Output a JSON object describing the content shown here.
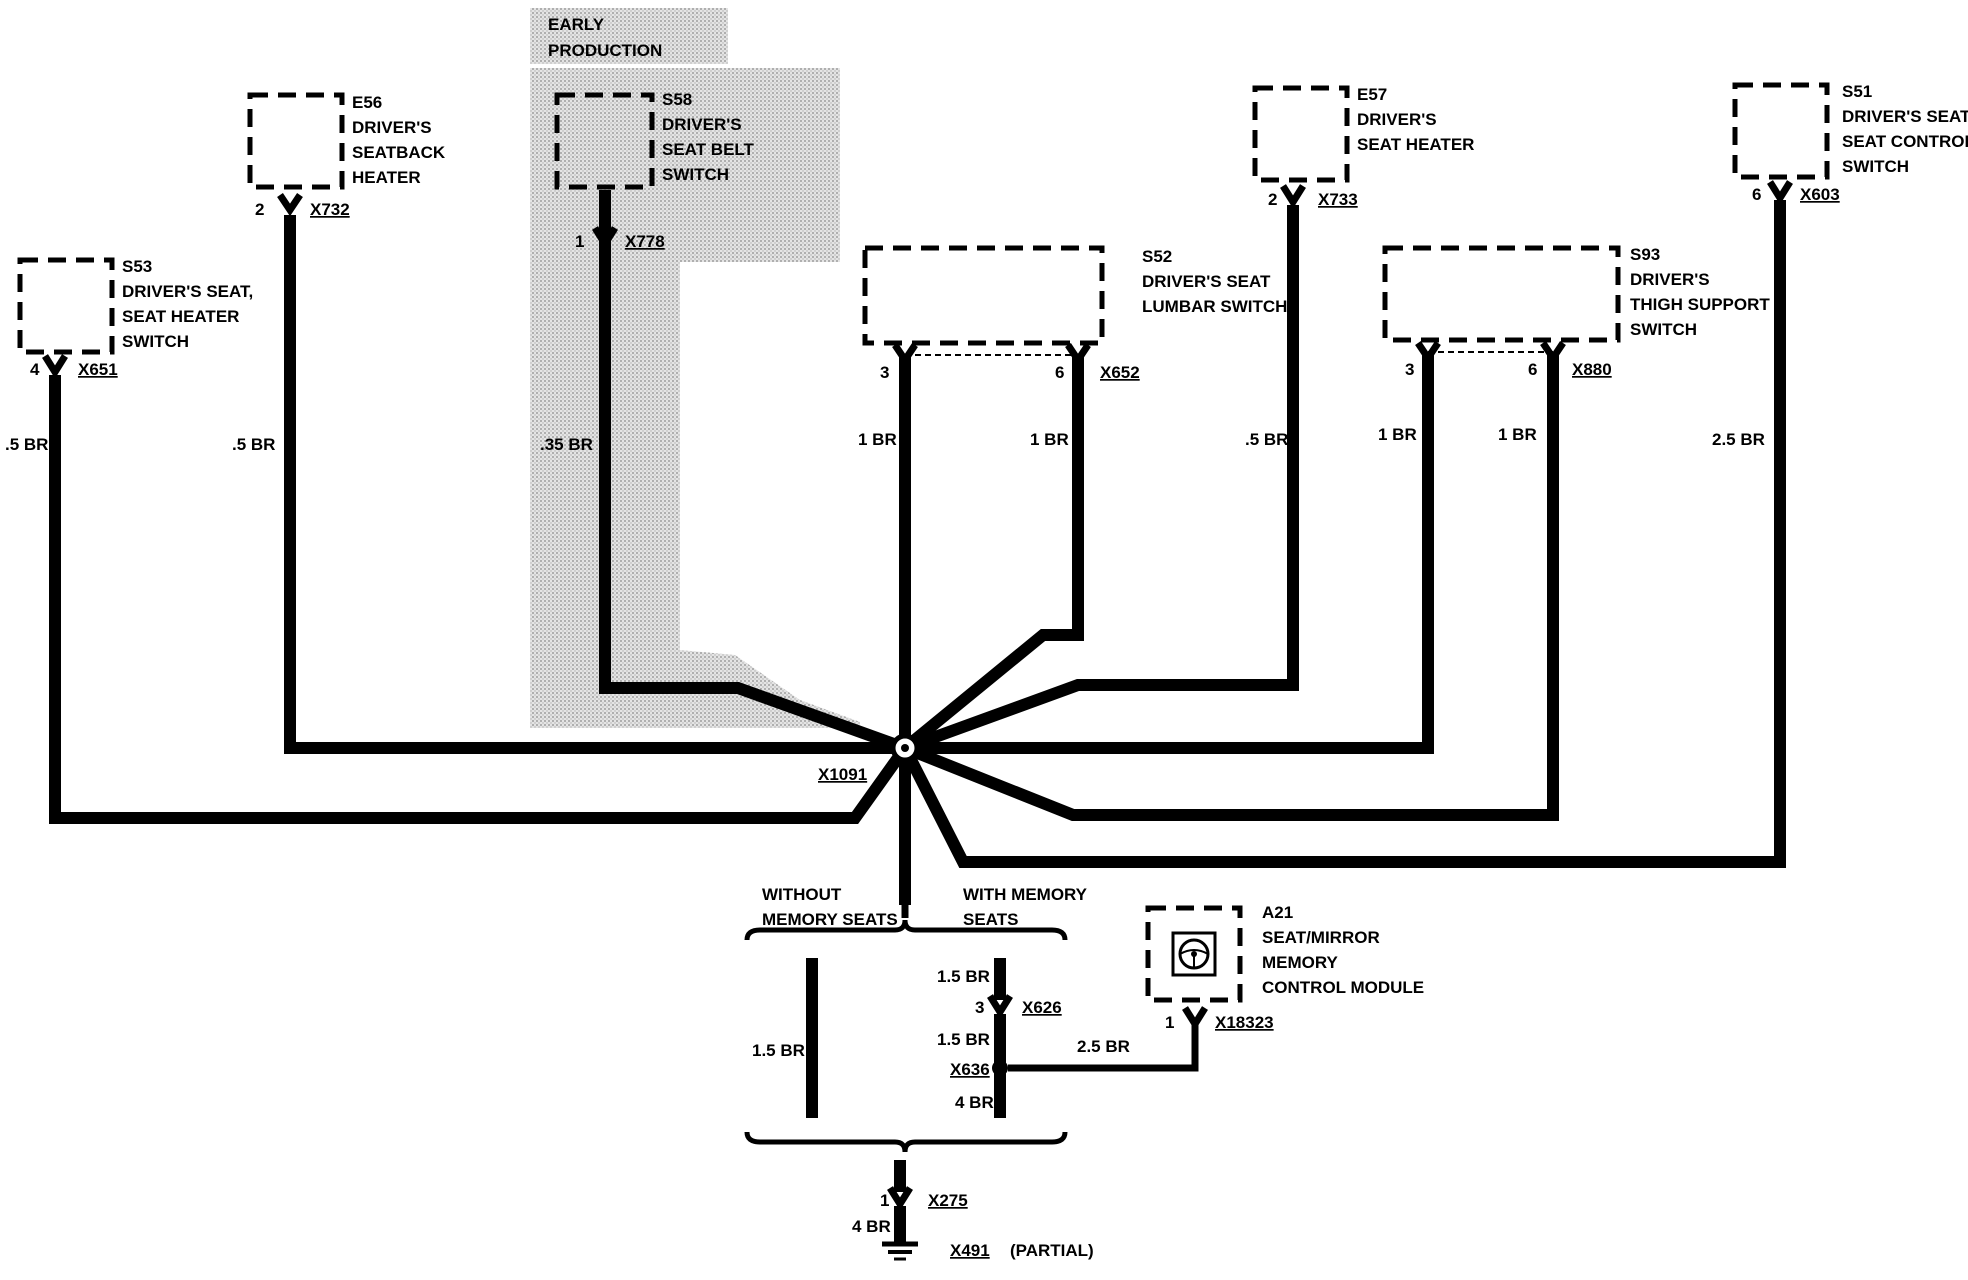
{
  "early_production": [
    "EARLY",
    "PRODUCTION"
  ],
  "components": {
    "e56": {
      "id": "E56",
      "lines": [
        "DRIVER'S",
        "SEATBACK",
        "HEATER"
      ],
      "pin": "2",
      "connector": "X732",
      "wire": ".5 BR"
    },
    "s58": {
      "id": "S58",
      "lines": [
        "DRIVER'S",
        "SEAT BELT",
        "SWITCH"
      ],
      "pin": "1",
      "connector": "X778",
      "wire": ".35 BR"
    },
    "s53": {
      "id": "S53",
      "lines": [
        "DRIVER'S SEAT,",
        "SEAT HEATER",
        "SWITCH"
      ],
      "pin": "4",
      "connector": "X651",
      "wire": ".5 BR"
    },
    "s52": {
      "id": "S52",
      "lines": [
        "DRIVER'S SEAT",
        "LUMBAR SWITCH"
      ],
      "pin_a": "3",
      "pin_b": "6",
      "connector": "X652",
      "wire_a": "1 BR",
      "wire_b": "1 BR"
    },
    "e57": {
      "id": "E57",
      "lines": [
        "DRIVER'S",
        "SEAT HEATER"
      ],
      "pin": "2",
      "connector": "X733",
      "wire": ".5 BR"
    },
    "s93": {
      "id": "S93",
      "lines": [
        "DRIVER'S",
        "THIGH SUPPORT",
        "SWITCH"
      ],
      "pin_a": "3",
      "pin_b": "6",
      "connector": "X880",
      "wire_a": "1 BR",
      "wire_b": "1 BR"
    },
    "s51": {
      "id": "S51",
      "lines": [
        "DRIVER'S SEAT,",
        "SEAT CONTROL",
        "SWITCH"
      ],
      "pin": "6",
      "connector": "X603",
      "wire": "2.5 BR"
    },
    "a21": {
      "id": "A21",
      "lines": [
        "SEAT/MIRROR",
        "MEMORY",
        "CONTROL MODULE"
      ],
      "pin": "1",
      "connector": "X18323",
      "wire": "2.5 BR"
    }
  },
  "splice": "X1091",
  "without_memory": {
    "lines": [
      "WITHOUT",
      "MEMORY SEATS"
    ],
    "wire": "1.5 BR"
  },
  "with_memory": {
    "lines": [
      "WITH MEMORY",
      "SEATS"
    ],
    "wire_top": "1.5 BR",
    "pin": "3",
    "connector": "X626",
    "wire_mid": "1.5 BR",
    "splice": "X636",
    "wire_bottom": "4 BR"
  },
  "ground": {
    "pin": "1",
    "connector": "X275",
    "wire": "4 BR",
    "ground_point": "X491",
    "ground_note": "(PARTIAL)"
  }
}
